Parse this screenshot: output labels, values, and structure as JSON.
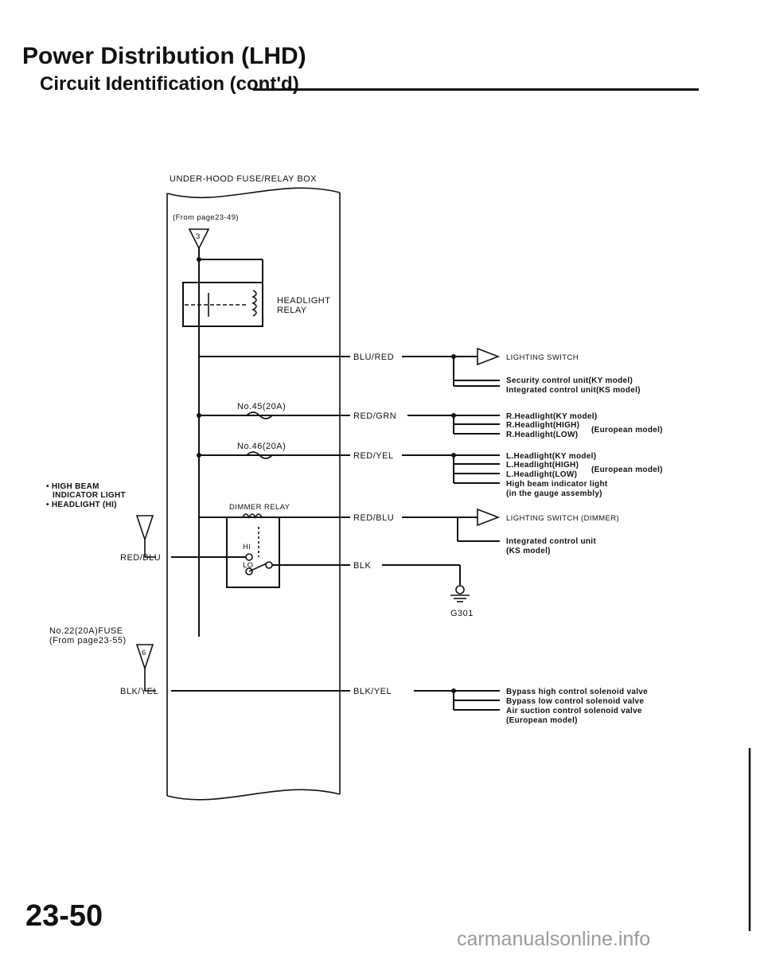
{
  "page": {
    "title": "Power Distribution (LHD)",
    "subtitle": "Circuit Identification (cont'd)",
    "page_number": "23-50",
    "watermark": "carmanualsonline.info"
  },
  "fuse_box": {
    "title": "UNDER-HOOD FUSE/RELAY BOX",
    "from_ref": "(From page23-49)",
    "terminal": "3"
  },
  "headlight_relay": {
    "line1": "HEADLIGHT",
    "line2": "RELAY"
  },
  "fuses": [
    {
      "label": "No.45(20A)"
    },
    {
      "label": "No.46(20A)"
    }
  ],
  "dimmer_relay": {
    "label": "DIMMER RELAY",
    "hi": "HI",
    "lo": "LO"
  },
  "left_inputs": {
    "hb_bullet1": "• HIGH BEAM",
    "hb_line2": "INDICATOR LIGHT",
    "hb_bullet2": "• HEADLIGHT (HI)",
    "hb_wire": "RED/BLU",
    "fuse22_line1": "No.22(20A)FUSE",
    "fuse22_line2": "(From page23-55)",
    "fuse22_terminal": "6",
    "fuse22_wire": "BLK/YEL"
  },
  "wires": [
    {
      "color": "BLU/RED"
    },
    {
      "color": "RED/GRN"
    },
    {
      "color": "RED/YEL"
    },
    {
      "color": "RED/BLU"
    },
    {
      "color": "BLK"
    },
    {
      "color": "BLK/YEL"
    }
  ],
  "ground": "G301",
  "destinations": {
    "blu_red": [
      "LIGHTING SWITCH",
      "Security control unit(KY model)",
      "Integrated control unit(KS model)"
    ],
    "red_grn": [
      "R.Headlight(KY model)",
      "R.Headlight(HIGH)",
      "R.Headlight(LOW)",
      "(European model)"
    ],
    "red_yel": [
      "L.Headlight(KY model)",
      "L.Headlight(HIGH)",
      "L.Headlight(LOW)",
      "(European model)",
      "High beam indicator light",
      "(in the gauge assembly)"
    ],
    "red_blu": [
      "LIGHTING SWITCH (DIMMER)",
      "Integrated control unit",
      "(KS model)"
    ],
    "blk_yel": [
      "Bypass high control solenoid valve",
      "Bypass low control solenoid valve",
      "Air suction control solenoid valve",
      "(European model)"
    ]
  }
}
